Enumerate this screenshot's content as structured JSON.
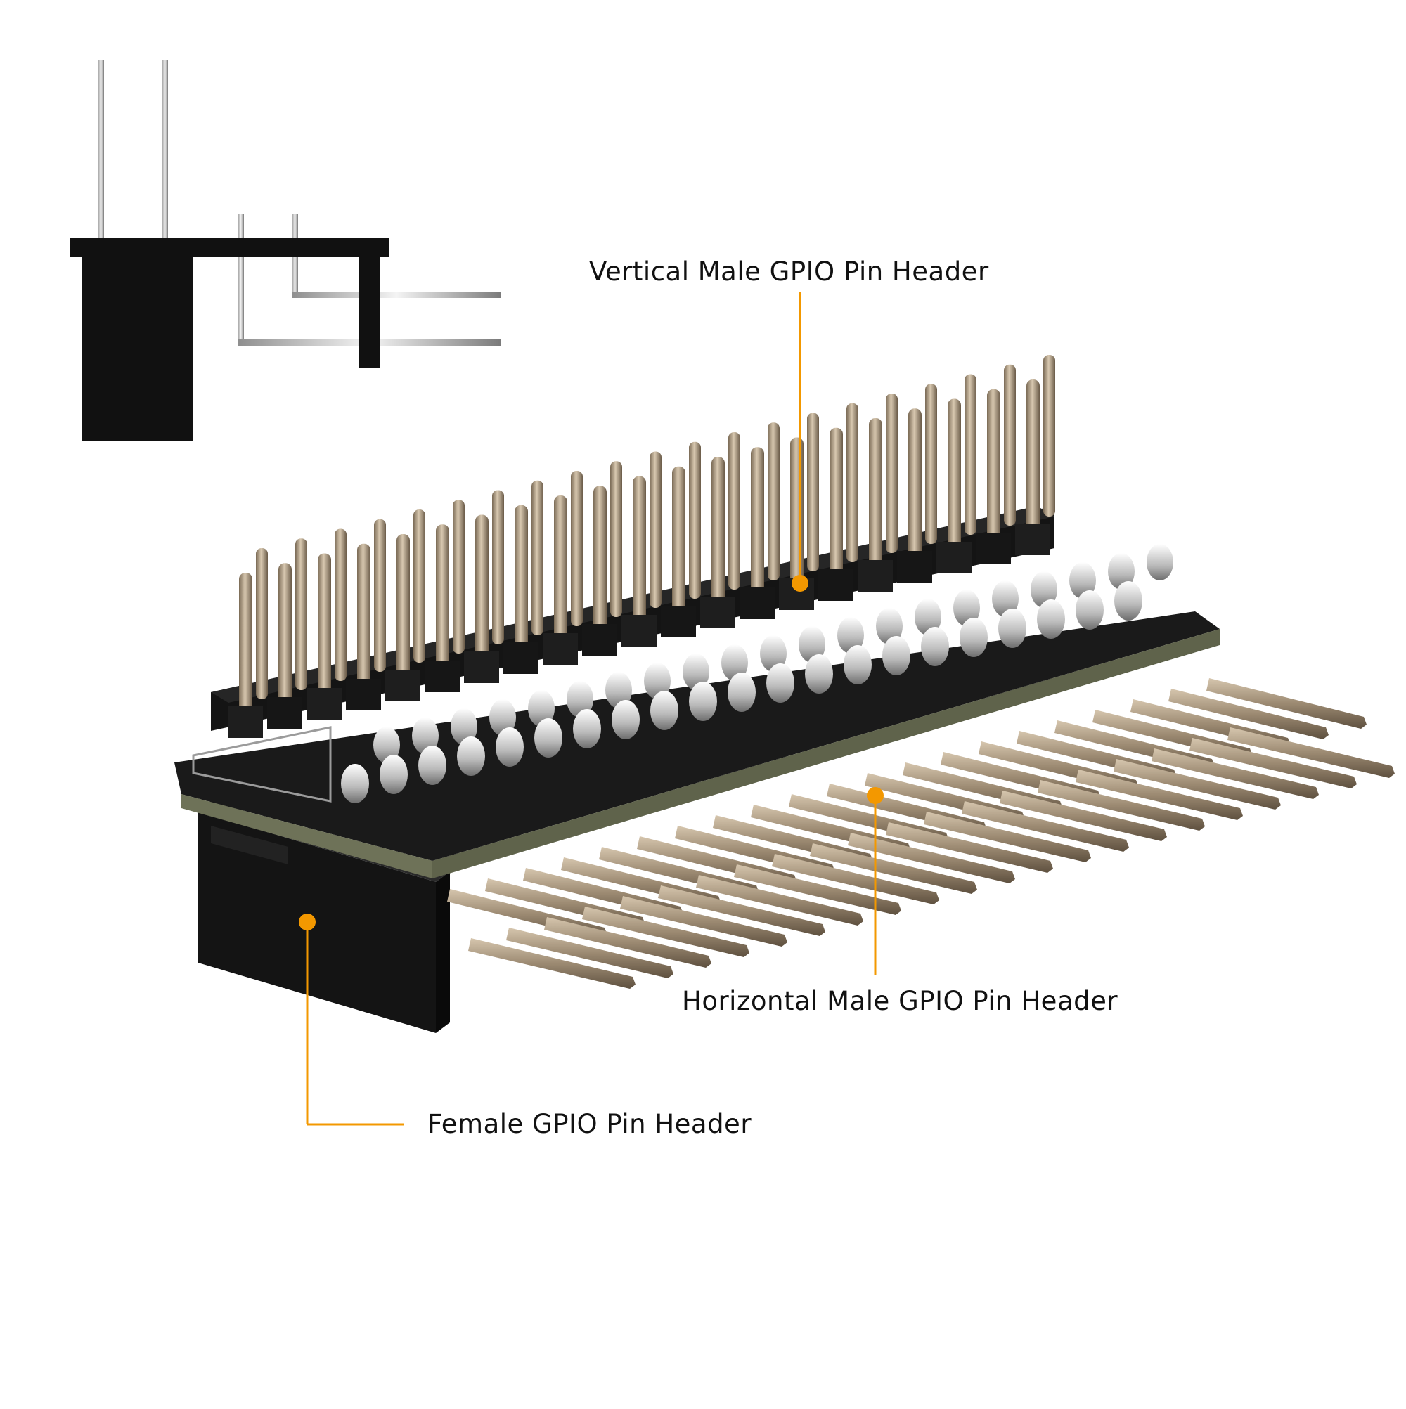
{
  "labels": {
    "vertical_male": "Vertical Male GPIO Pin Header",
    "horizontal_male": "Horizontal Male GPIO Pin Header",
    "female": "Female GPIO Pin Header"
  },
  "colors": {
    "callout": "#F39800",
    "header_black": "#111111",
    "pcb_edge": "#6E7258",
    "pin_gold": "#B8A58A",
    "solder": "#D9D9D9"
  }
}
